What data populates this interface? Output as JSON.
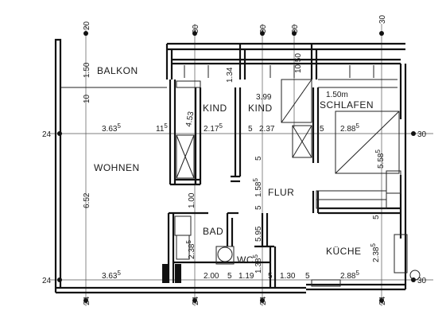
{
  "rooms": {
    "balkon": "BALKON",
    "wohnen": "WOHNEN",
    "kind1": "KIND",
    "kind2": "KIND",
    "schlafen": "SCHLAFEN",
    "flur": "FLUR",
    "bad": "BAD",
    "wc": "WC",
    "kueche": "KÜCHE"
  },
  "axes": {
    "top": [
      "20",
      "30",
      "30",
      "30",
      "30"
    ],
    "bottom": [
      "24",
      "24",
      "24",
      "24"
    ],
    "left_top": "24",
    "left_bottom": "24",
    "right_top": "30",
    "right_bottom": "30"
  },
  "dims": {
    "d_150": "1.50",
    "d_10": "10",
    "d_134": "1.34",
    "d_399": "3.99",
    "d_1050": "10.50",
    "d_150m": "1.50m",
    "d_453": "4.53",
    "d_363_top": "3.63",
    "d_363_top_sup": "5",
    "d_115": "11",
    "d_115_sup": "5",
    "d_2175": "2.17",
    "d_2175_sup": "5",
    "d_5a": "5",
    "d_237": "2.37",
    "d_5b": "5",
    "d_2885_top": "2.88",
    "d_2885_top_sup": "5",
    "d_5585": "5.58",
    "d_5585_sup": "5",
    "d_652": "6.52",
    "d_5c": "5",
    "d_1585": "1.58",
    "d_1585_sup": "5",
    "d_100": "1.00",
    "d_5d": "5",
    "d_595": "5.95",
    "d_238_bad": "2.38",
    "d_238_bad_sup": "5",
    "d_1385": "1.38",
    "d_1385_sup": "5",
    "d_5e": "5",
    "d_2385_k": "2.38",
    "d_2385_k_sup": "5",
    "d_363_bot": "3.63",
    "d_363_bot_sup": "5",
    "d_200": "2.00",
    "d_5f": "5",
    "d_119": "1.19",
    "d_5g": "5",
    "d_130": "1.30",
    "d_5h": "5",
    "d_2885_bot": "2.88",
    "d_2885_bot_sup": "5"
  }
}
